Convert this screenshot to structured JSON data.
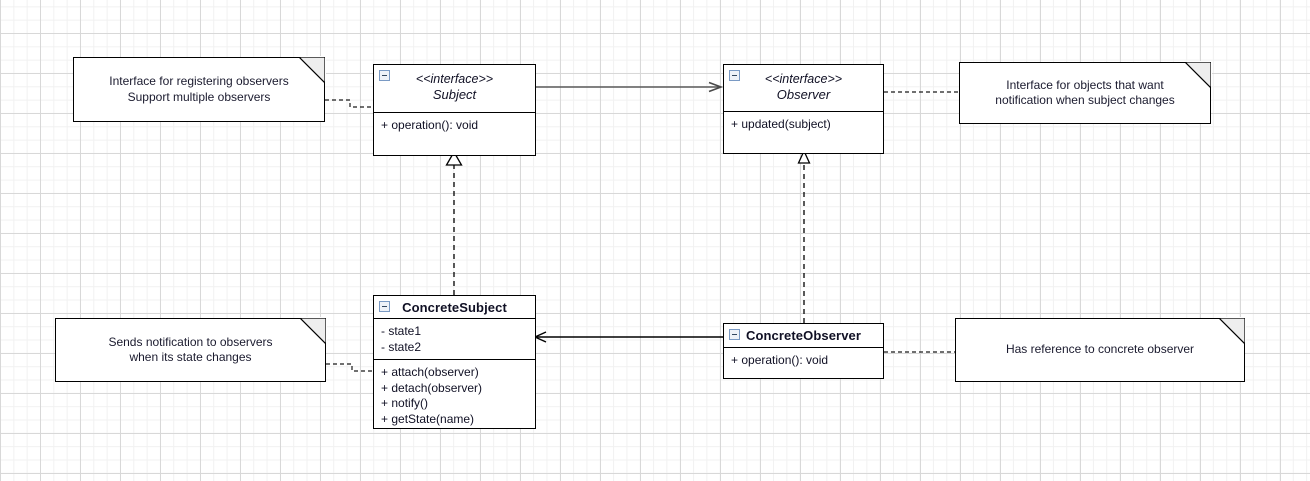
{
  "diagram": {
    "title": "Observer Pattern UML Class Diagram",
    "type": "uml-class-diagram",
    "background": "#ffffff",
    "grid_minor_color": "#f1f1f1",
    "grid_major_color": "#d8d8d8",
    "line_color": "#000000",
    "association_color": "#595959",
    "text_color": "#101024"
  },
  "classes": [
    {
      "id": "subject",
      "stereotype": "<<interface>>",
      "name": "Subject",
      "kind": "interface",
      "collapse_icon": "collapse-minus-icon",
      "attributes": [],
      "operations": [
        "+ operation(): void"
      ]
    },
    {
      "id": "observer",
      "stereotype": "<<interface>>",
      "name": "Observer",
      "kind": "interface",
      "collapse_icon": "collapse-minus-icon",
      "attributes": [],
      "operations": [
        "+ updated(subject)"
      ]
    },
    {
      "id": "concrete-subject",
      "stereotype": "",
      "name": "ConcreteSubject",
      "kind": "class",
      "collapse_icon": "collapse-minus-icon",
      "attributes": [
        "- state1",
        "- state2"
      ],
      "operations": [
        "+ attach(observer)",
        "+ detach(observer)",
        "+ notify()",
        "+ getState(name)"
      ]
    },
    {
      "id": "concrete-observer",
      "stereotype": "",
      "name": "ConcreteObserver",
      "kind": "class",
      "collapse_icon": "collapse-minus-icon",
      "attributes": [],
      "operations": [
        "+ operation(): void"
      ]
    }
  ],
  "notes": [
    {
      "id": "note-subject",
      "lines": [
        "Interface for registering observers",
        "Support multiple observers"
      ],
      "attached_to": "subject"
    },
    {
      "id": "note-observer",
      "lines": [
        "Interface for objects that want",
        "notification when subject changes"
      ],
      "attached_to": "observer"
    },
    {
      "id": "note-concrete-subject",
      "lines": [
        "Sends notification to observers",
        "when its state changes"
      ],
      "attached_to": "concrete-subject"
    },
    {
      "id": "note-concrete-observer",
      "lines": [
        "Has reference to concrete observer"
      ],
      "attached_to": "concrete-observer"
    }
  ],
  "relationships": [
    {
      "id": "rel-subject-observer",
      "type": "association",
      "from": "subject",
      "to": "observer",
      "arrow": "open-arrow",
      "style": "solid"
    },
    {
      "id": "rel-concretesubject-subject",
      "type": "realization",
      "from": "concrete-subject",
      "to": "subject",
      "arrow": "hollow-triangle",
      "style": "dashed"
    },
    {
      "id": "rel-concreteobserver-observer",
      "type": "realization",
      "from": "concrete-observer",
      "to": "observer",
      "arrow": "hollow-triangle",
      "style": "dashed"
    },
    {
      "id": "rel-concreteobserver-concretesubject",
      "type": "association",
      "from": "concrete-observer",
      "to": "concrete-subject",
      "arrow": "open-arrow",
      "style": "solid"
    }
  ]
}
